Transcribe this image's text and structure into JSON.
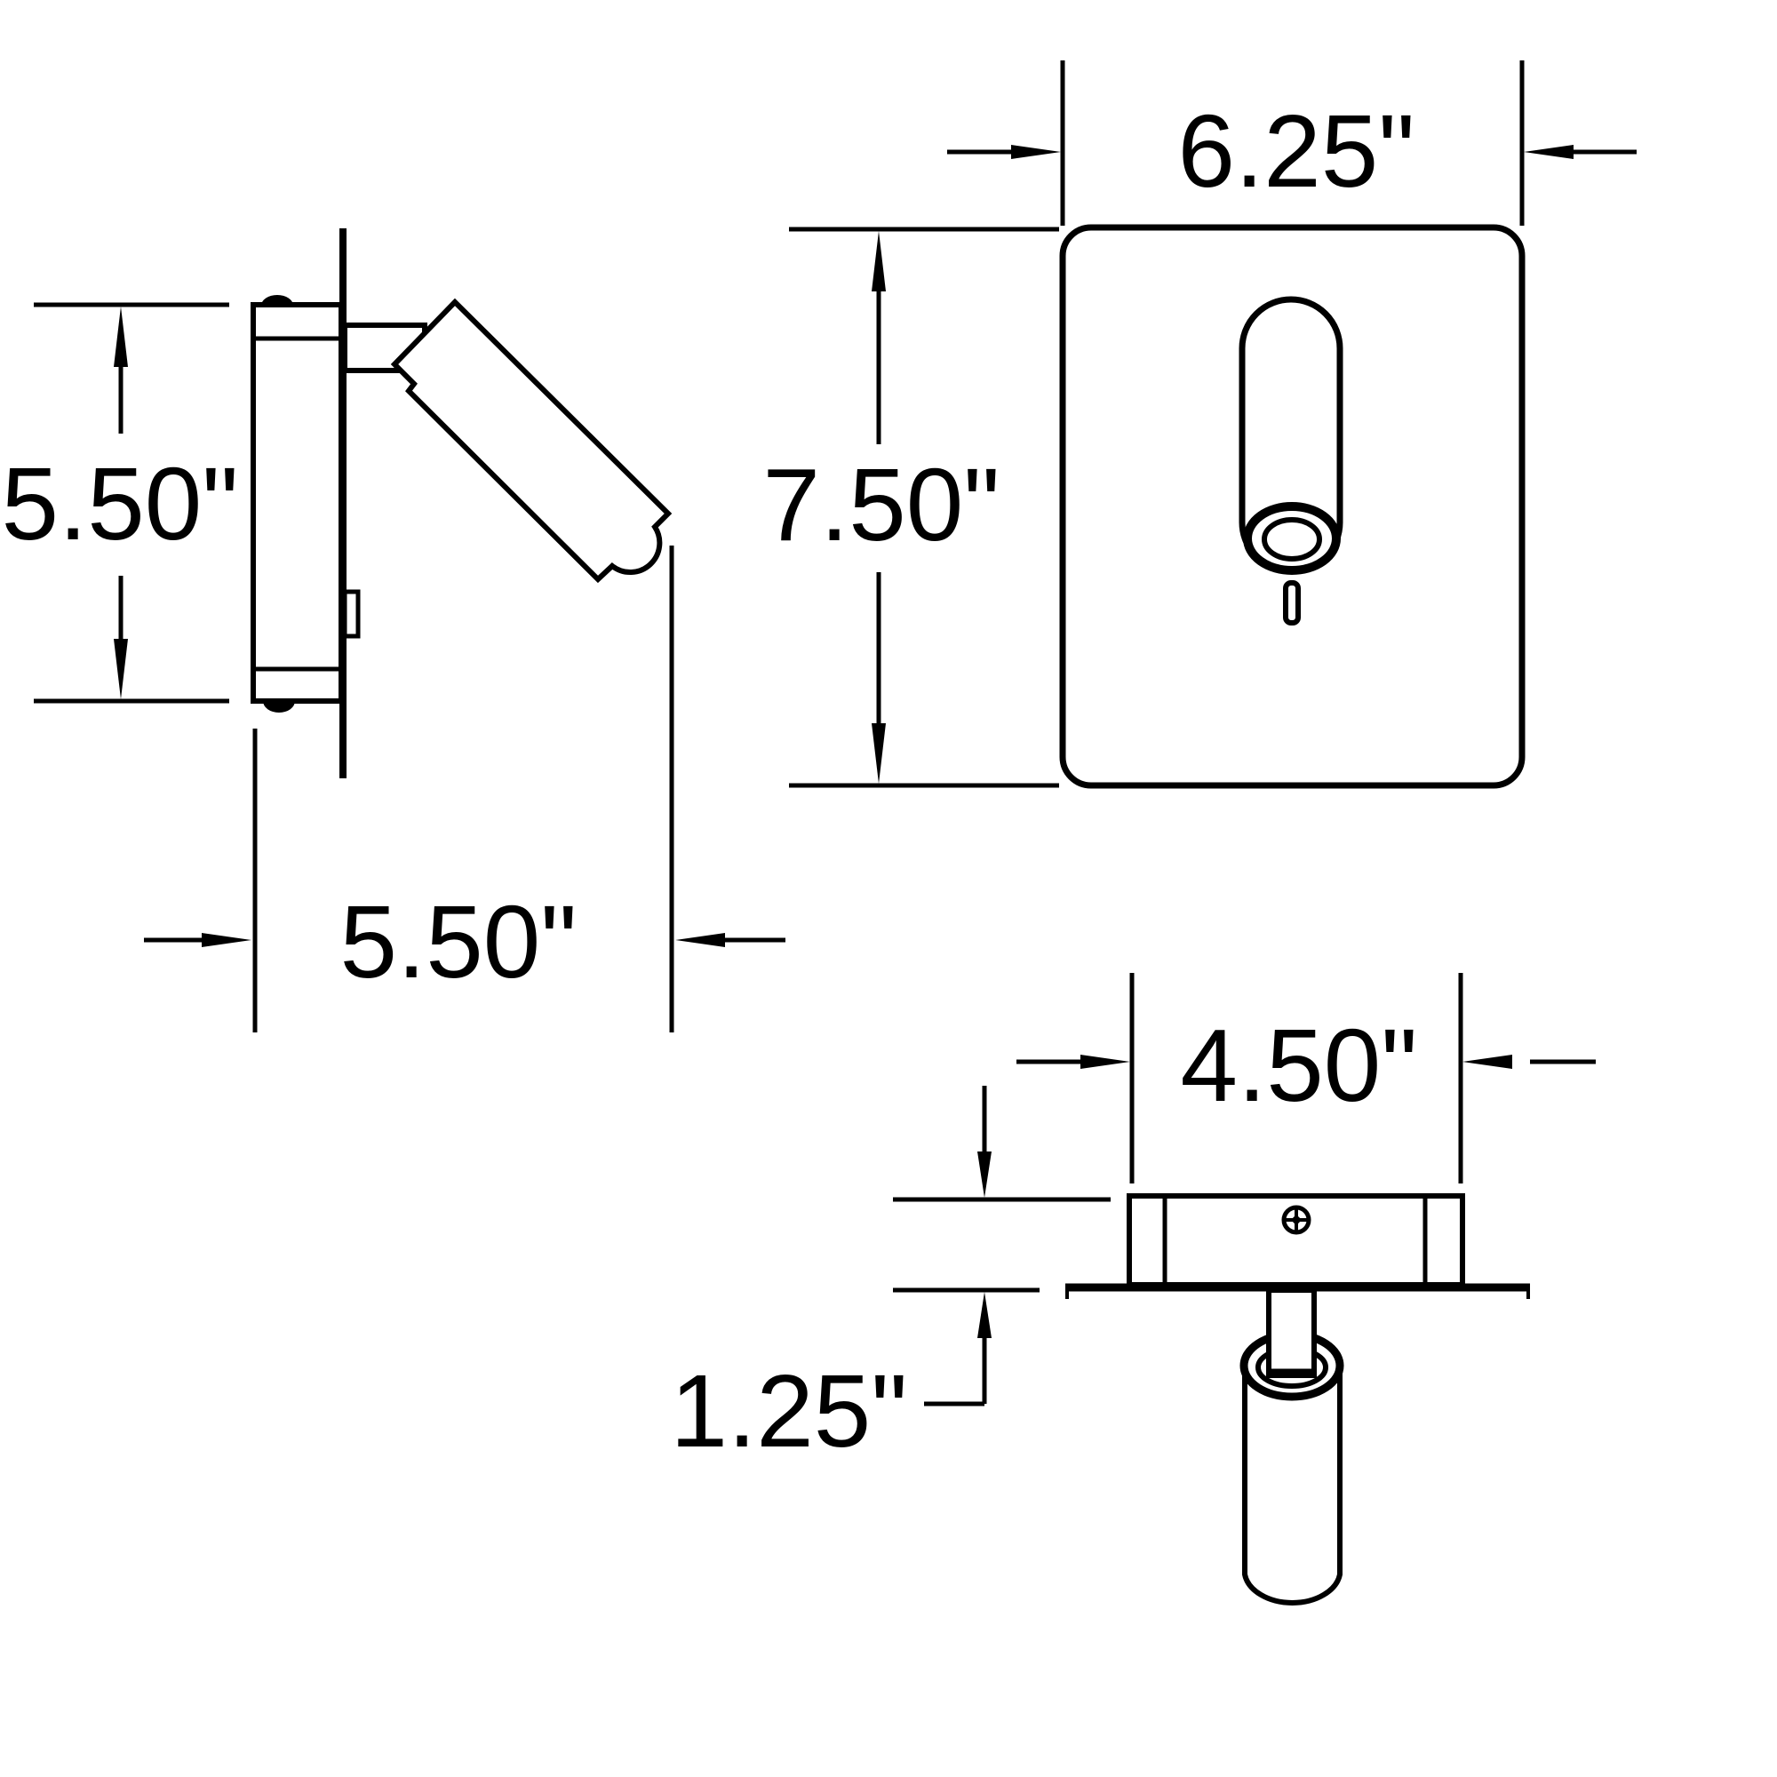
{
  "drawing": {
    "background_color": "#ffffff",
    "line_color": "#000000"
  },
  "views": {
    "side": {
      "height_label": "5.50\"",
      "depth_label": "5.50\""
    },
    "front": {
      "width_label": "6.25\"",
      "height_label": "7.50\""
    },
    "back_plate": {
      "width_label": "4.50\"",
      "depth_label": "1.25\""
    }
  }
}
